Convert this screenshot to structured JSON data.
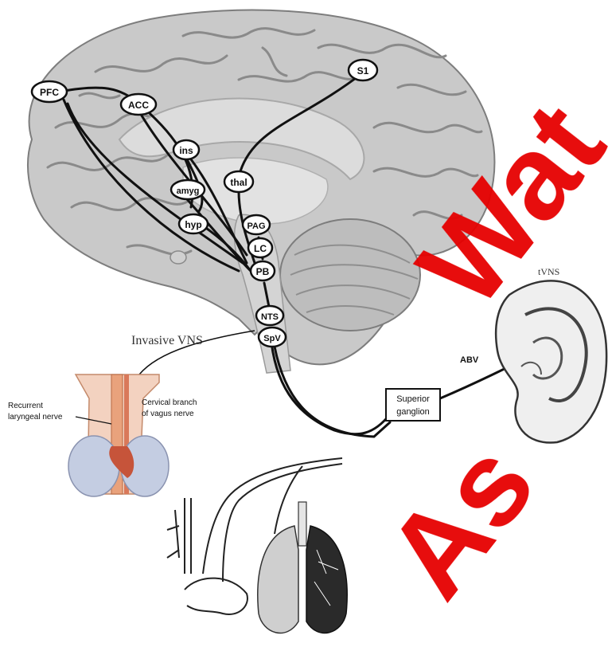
{
  "brain_nodes": [
    {
      "id": "pfc",
      "label": "PFC"
    },
    {
      "id": "acc",
      "label": "ACC"
    },
    {
      "id": "s1",
      "label": "S1"
    },
    {
      "id": "ins",
      "label": "ins"
    },
    {
      "id": "thal",
      "label": "thal"
    },
    {
      "id": "amyg",
      "label": "amyg"
    },
    {
      "id": "hyp",
      "label": "hyp"
    },
    {
      "id": "pag",
      "label": "PAG"
    },
    {
      "id": "lc",
      "label": "LC"
    },
    {
      "id": "pb",
      "label": "PB"
    },
    {
      "id": "nts",
      "label": "NTS"
    },
    {
      "id": "spv",
      "label": "SpV"
    }
  ],
  "labels": {
    "invasive_vns": "Invasive VNS",
    "tvns": "tVNS",
    "abv": "ABV",
    "superior_ganglion_line1": "Superior",
    "superior_ganglion_line2": "ganglion",
    "recurrent_line1": "Recurrent",
    "recurrent_line2": "laryngeal nerve",
    "cervical_line1": "Cervical branch",
    "cervical_line2": "of vagus nerve"
  },
  "watermark": [
    "Wat",
    "As"
  ],
  "colors": {
    "brain": "#c9c9c9",
    "gyri": "#8a8a8a",
    "node_fill": "#ffffff",
    "line": "#111111",
    "watermark": "#e60000",
    "trachea": "#e9a27c",
    "lung": "#c4cde2"
  }
}
